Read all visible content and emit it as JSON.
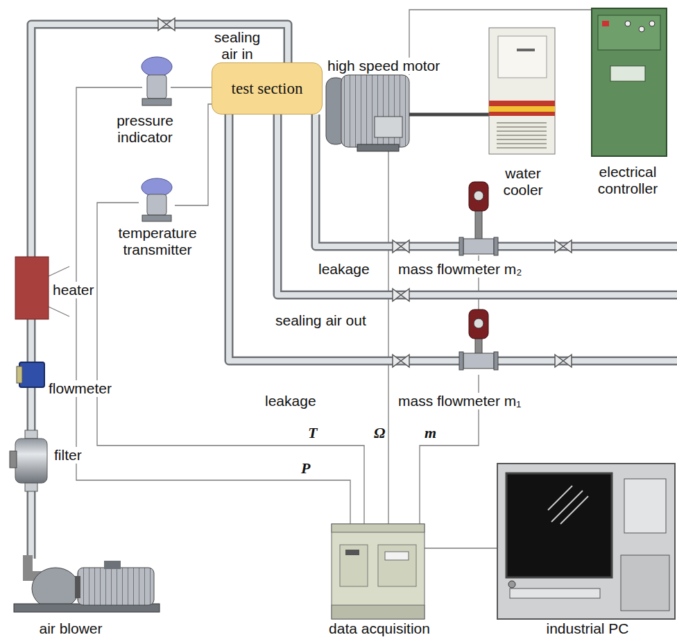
{
  "diagram": {
    "nodes": [
      {
        "text": [
          "test section"
        ]
      }
    ],
    "labels": [
      "sealing air in",
      "high speed motor",
      "pressure indicator",
      "temperature transmitter",
      "water cooler",
      "electrical controller",
      "heater",
      "leakage",
      "mass flowmeter m₂",
      "sealing air out",
      "flowmeter",
      "leakage",
      "mass flowmeter m₁",
      "filter",
      "T",
      "Ω",
      "m",
      "P",
      "air blower",
      "data acquisition",
      "industrial PC"
    ]
  }
}
